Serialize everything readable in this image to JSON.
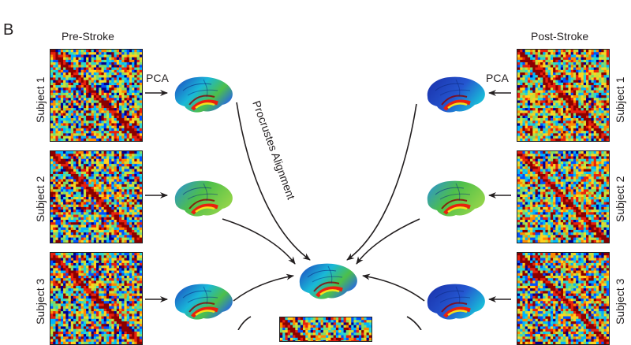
{
  "panel": {
    "letter": "B"
  },
  "columns": {
    "left_title": "Pre-Stroke",
    "right_title": "Post-Stroke"
  },
  "subjects": [
    {
      "label": "Subject 1"
    },
    {
      "label": "Subject 2"
    },
    {
      "label": "Subject 3"
    }
  ],
  "labels": {
    "pca": "PCA",
    "procrustes": "Procrustes Alignment"
  },
  "colors": {
    "ink": "#231f20",
    "matrix_palette": [
      "#00008f",
      "#0050ff",
      "#00b4ff",
      "#2ad4d0",
      "#7ddc6a",
      "#c8e03a",
      "#ffd21e",
      "#ff8a00",
      "#e8210e",
      "#8b0000"
    ],
    "brain_blue": "#1f3fbf",
    "brain_cyan": "#19b8d8",
    "brain_green": "#4dbf4a",
    "brain_yellow": "#f2e21e",
    "brain_red": "#e8210e"
  }
}
